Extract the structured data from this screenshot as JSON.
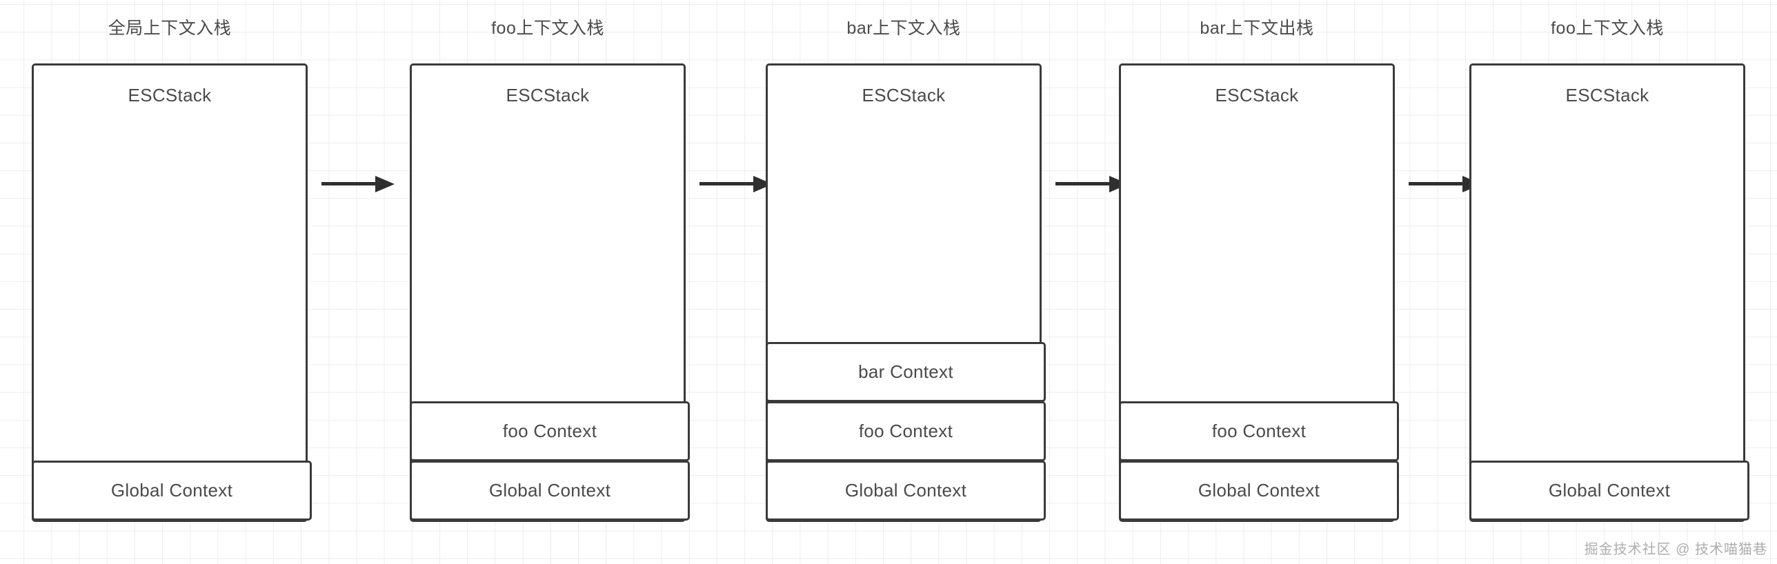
{
  "diagram": {
    "type": "flow",
    "background": "grid",
    "grid_color": "#ededed",
    "stroke_color": "#3a3a3a",
    "text_color": "#4a4a4a",
    "stack_label": "ESCStack",
    "columns": [
      {
        "title": "全局上下文入栈",
        "stack_label": "ESCStack",
        "frames": [
          "Global Context"
        ]
      },
      {
        "title": "foo上下文入栈",
        "stack_label": "ESCStack",
        "frames": [
          "foo Context",
          "Global Context"
        ]
      },
      {
        "title": "bar上下文入栈",
        "stack_label": "ESCStack",
        "frames": [
          "bar Context",
          "foo Context",
          "Global Context"
        ]
      },
      {
        "title": "bar上下文出栈",
        "stack_label": "ESCStack",
        "frames": [
          "foo Context",
          "Global Context"
        ]
      },
      {
        "title": "foo上下文入栈",
        "stack_label": "ESCStack",
        "frames": [
          "Global Context"
        ]
      }
    ],
    "arrows": [
      {
        "name": "arrow-1-to-2"
      },
      {
        "name": "arrow-2-to-3"
      },
      {
        "name": "arrow-3-to-4"
      },
      {
        "name": "arrow-4-to-5"
      }
    ],
    "watermark": "掘金技术社区 @ 技术喵猫巷"
  }
}
